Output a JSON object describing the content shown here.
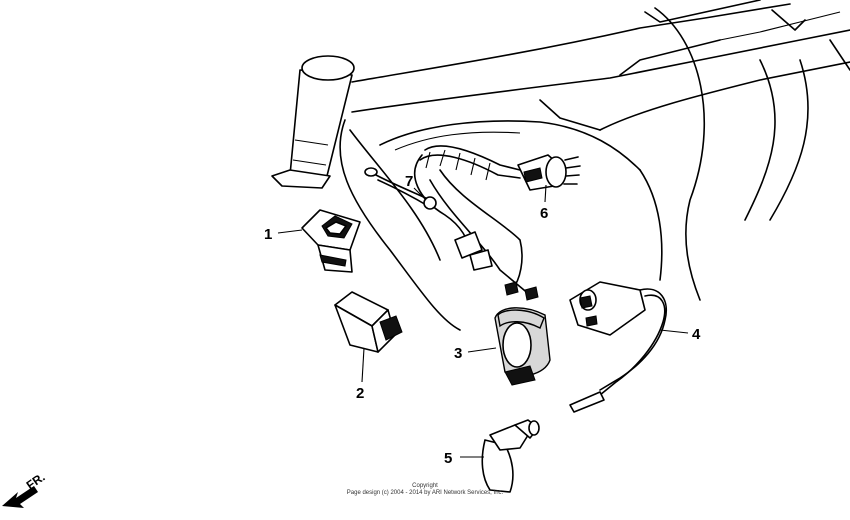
{
  "callouts": [
    {
      "number": "1"
    },
    {
      "number": "2"
    },
    {
      "number": "3"
    },
    {
      "number": "4"
    },
    {
      "number": "5"
    },
    {
      "number": "6"
    },
    {
      "number": "7"
    }
  ],
  "direction_label": "FR.",
  "copyright": {
    "line1": "Copyright",
    "line2": "Page design (c) 2004 - 2014 by ARI Network Services, Inc."
  }
}
